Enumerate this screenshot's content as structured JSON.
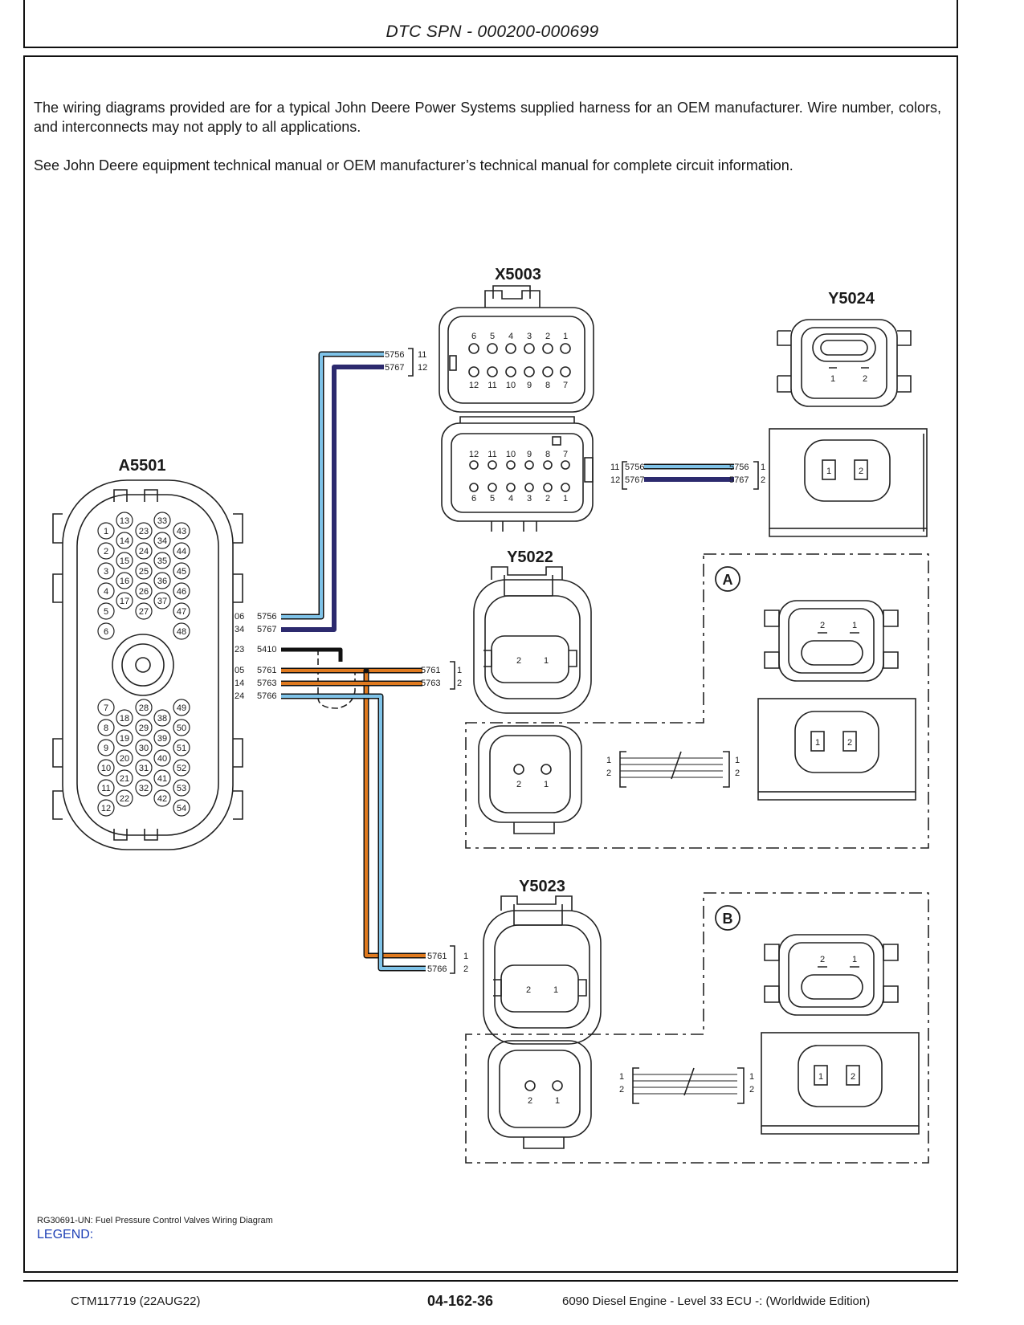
{
  "header": {
    "title": "DTC SPN - 000200-000699"
  },
  "intro": {
    "paragraph1": "The wiring diagrams provided are for a typical John Deere Power Systems supplied harness for an OEM manufacturer. Wire number, colors, and interconnects may not apply to all applications.",
    "paragraph2": "See John Deere equipment technical manual or OEM manufacturer’s technical manual for complete circuit information."
  },
  "connectors": {
    "x5003": "X5003",
    "a5501": "A5501",
    "y5024": "Y5024",
    "y5022": "Y5022",
    "y5023": "Y5023"
  },
  "callouts": {
    "a": "A",
    "b": "B"
  },
  "wires": {
    "w5756": "5756",
    "w5767": "5767",
    "w5410": "5410",
    "w5761": "5761",
    "w5763": "5763",
    "w5766": "5766"
  },
  "ecu_pins": {
    "p06": "06",
    "p34": "34",
    "p23": "23",
    "p05": "05",
    "p14": "14",
    "p24": "24"
  },
  "pin_numbers": [
    "1",
    "2",
    "3",
    "4",
    "5",
    "6",
    "7",
    "8",
    "9",
    "10",
    "11",
    "12"
  ],
  "a5501_pins": {
    "left_col_top": [
      "1",
      "2",
      "3",
      "4",
      "5",
      "6"
    ],
    "col2_top": [
      "13",
      "14",
      "15",
      "16",
      "17"
    ],
    "col3_top": [
      "23",
      "24",
      "25",
      "26",
      "27"
    ],
    "col4_top": [
      "33",
      "34",
      "35",
      "36",
      "37"
    ],
    "col5_top": [
      "43",
      "44",
      "45",
      "46",
      "47",
      "48"
    ],
    "left_col_bottom": [
      "7",
      "8",
      "9",
      "10",
      "11",
      "12"
    ],
    "col2_bottom": [
      "18",
      "19",
      "20",
      "21",
      "22"
    ],
    "col3_bottom": [
      "28",
      "29",
      "30",
      "31",
      "32"
    ],
    "col4_bottom": [
      "38",
      "39",
      "40",
      "41",
      "42"
    ],
    "col5_bottom": [
      "49",
      "50",
      "51",
      "52",
      "53",
      "54"
    ]
  },
  "wire_colors": {
    "blue_light": "#7fc3e8",
    "blue_dark": "#2c2a6e",
    "orange": "#e07a1f",
    "black": "#111111"
  },
  "caption": "RG30691-UN: Fuel Pressure Control Valves Wiring Diagram",
  "legend": "LEGEND:",
  "footer": {
    "doc": "CTM117719 (22AUG22)",
    "page": "04-162-36",
    "title": "6090 Diesel Engine - Level 33 ECU -: (Worldwide Edition)"
  }
}
